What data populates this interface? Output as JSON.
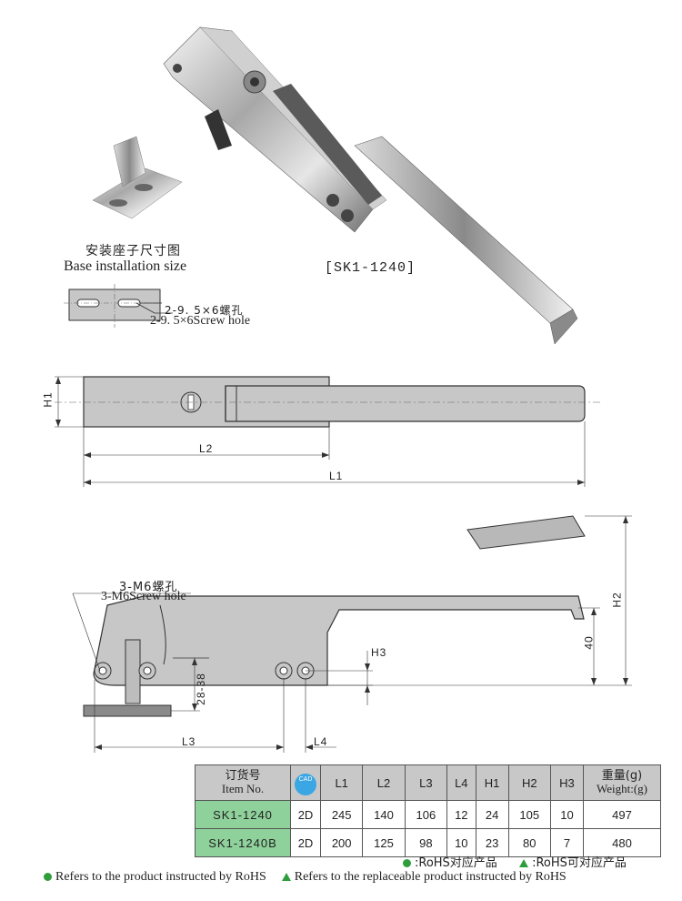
{
  "base": {
    "title_cn": "安装座子尺寸图",
    "title_en": "Base installation size",
    "hole_cn": "2-9. 5×6螺孔",
    "hole_en": "2-9. 5×6Screw hole"
  },
  "model_label": "[SK1-1240]",
  "top_view": {
    "h1": "H1",
    "l2": "L2",
    "l1": "L1"
  },
  "side_view": {
    "screw_cn": "3-M6螺孔",
    "screw_en": "3-M6Screw hole",
    "h3": "H3",
    "h2": "H2",
    "dim40": "40",
    "dim28_38": "28-38",
    "l3": "L3",
    "l4": "L4"
  },
  "table": {
    "item_cn": "订货号",
    "item_en": "Item No.",
    "cad_label": "CAD",
    "weight_cn": "重量(g)",
    "weight_en": "Weight:(g)",
    "columns": [
      "L1",
      "L2",
      "L3",
      "L4",
      "H1",
      "H2",
      "H3"
    ],
    "rows": [
      {
        "item": "SK1-1240",
        "cad": "2D",
        "values": [
          "245",
          "140",
          "106",
          "12",
          "24",
          "105",
          "10"
        ],
        "weight": "497"
      },
      {
        "item": "SK1-1240B",
        "cad": "2D",
        "values": [
          "200",
          "125",
          "98",
          "10",
          "23",
          "80",
          "7"
        ],
        "weight": "480"
      }
    ]
  },
  "legend": {
    "rohs_cn": ":RoHS对应产品",
    "rohs_replace_cn": ":RoHS可对应产品",
    "rohs_en": "Refers to the product instructed by RoHS",
    "rohs_replace_en": "Refers to the replaceable product instructed by RoHS"
  },
  "colors": {
    "accent_green": "#2e9e3d",
    "item_bg": "#8fd19b",
    "header_bg": "#c8c8c8",
    "part_fill": "#c7c7c7"
  }
}
